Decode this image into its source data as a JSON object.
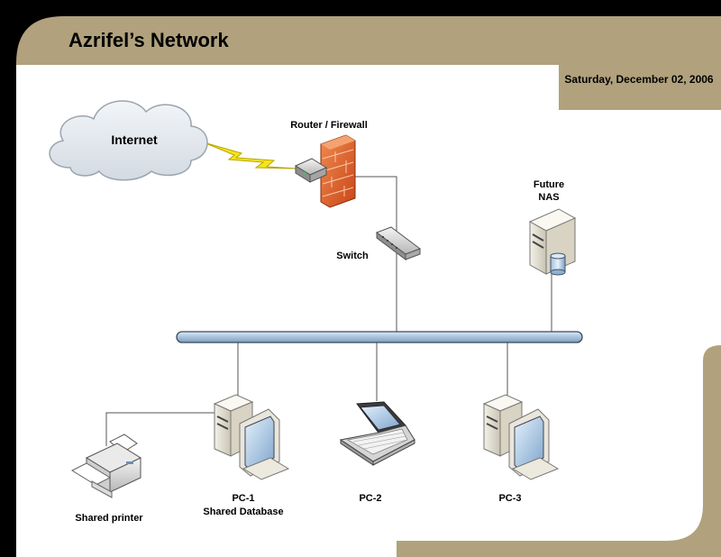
{
  "slide": {
    "title": "Azrifel’s Network",
    "date": "Saturday, December 02, 2006"
  },
  "colors": {
    "header_band": "#b1a27d",
    "background": "#000000",
    "content": "#ffffff",
    "bus": "#bcd2e6",
    "firewall": "#e0622b",
    "cloud": "#e2e7ec"
  },
  "nodes": {
    "internet": {
      "label": "Internet",
      "icon": "cloud-icon"
    },
    "router": {
      "label": "Router / Firewall",
      "icon": "firewall-router-icon"
    },
    "switch": {
      "label": "Switch",
      "icon": "switch-icon"
    },
    "nas": {
      "label_line1": "Future",
      "label_line2": "NAS",
      "icon": "server-nas-icon"
    },
    "printer": {
      "label": "Shared printer",
      "icon": "printer-icon"
    },
    "pc1": {
      "label_line1": "PC-1",
      "label_line2": "Shared Database",
      "icon": "desktop-pc-icon"
    },
    "pc2": {
      "label": "PC-2",
      "icon": "laptop-icon"
    },
    "pc3": {
      "label": "PC-3",
      "icon": "desktop-pc-icon"
    }
  }
}
